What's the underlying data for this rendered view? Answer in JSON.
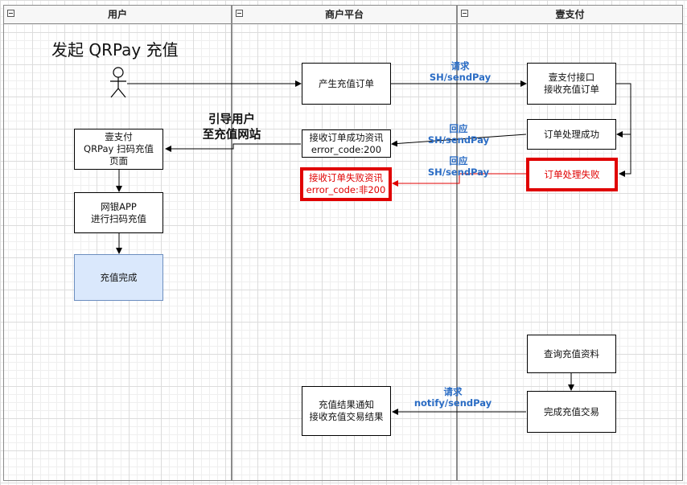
{
  "lanes": {
    "user": "用户",
    "merchant": "商户平台",
    "pay": "壹支付"
  },
  "title": "发起 QRPay 充值",
  "nodes": {
    "create_order": "产生充值订单",
    "pay_api": "壹支付接口\n接收充值订单",
    "order_success": "订单处理成功",
    "order_fail": "订单处理失败",
    "recv_success": "接收订单成功资讯\nerror_code:200",
    "recv_fail": "接收订单失败资讯\nerror_code:非200",
    "qr_page": "壹支付\nQRPay 扫码充值\n页面",
    "bank_app": "网银APP\n进行扫码充值",
    "recharge_done": "充值完成",
    "query": "查询充值资料",
    "complete_tx": "完成充值交易",
    "notify": "充值结果通知\n接收充值交易结果"
  },
  "labels": {
    "request1": "请求\nSH/sendPay",
    "reply1": "回应\nSH/sendPay",
    "reply2": "回应\nSH/sendPay",
    "guide": "引导用户\n至充值网站",
    "request2": "请求\nnotify/sendPay"
  },
  "colors": {
    "lane_border": "#8a8a8a",
    "label_blue": "#2a6cc4",
    "error_red": "#e00000",
    "done_fill": "#dae8fc"
  }
}
